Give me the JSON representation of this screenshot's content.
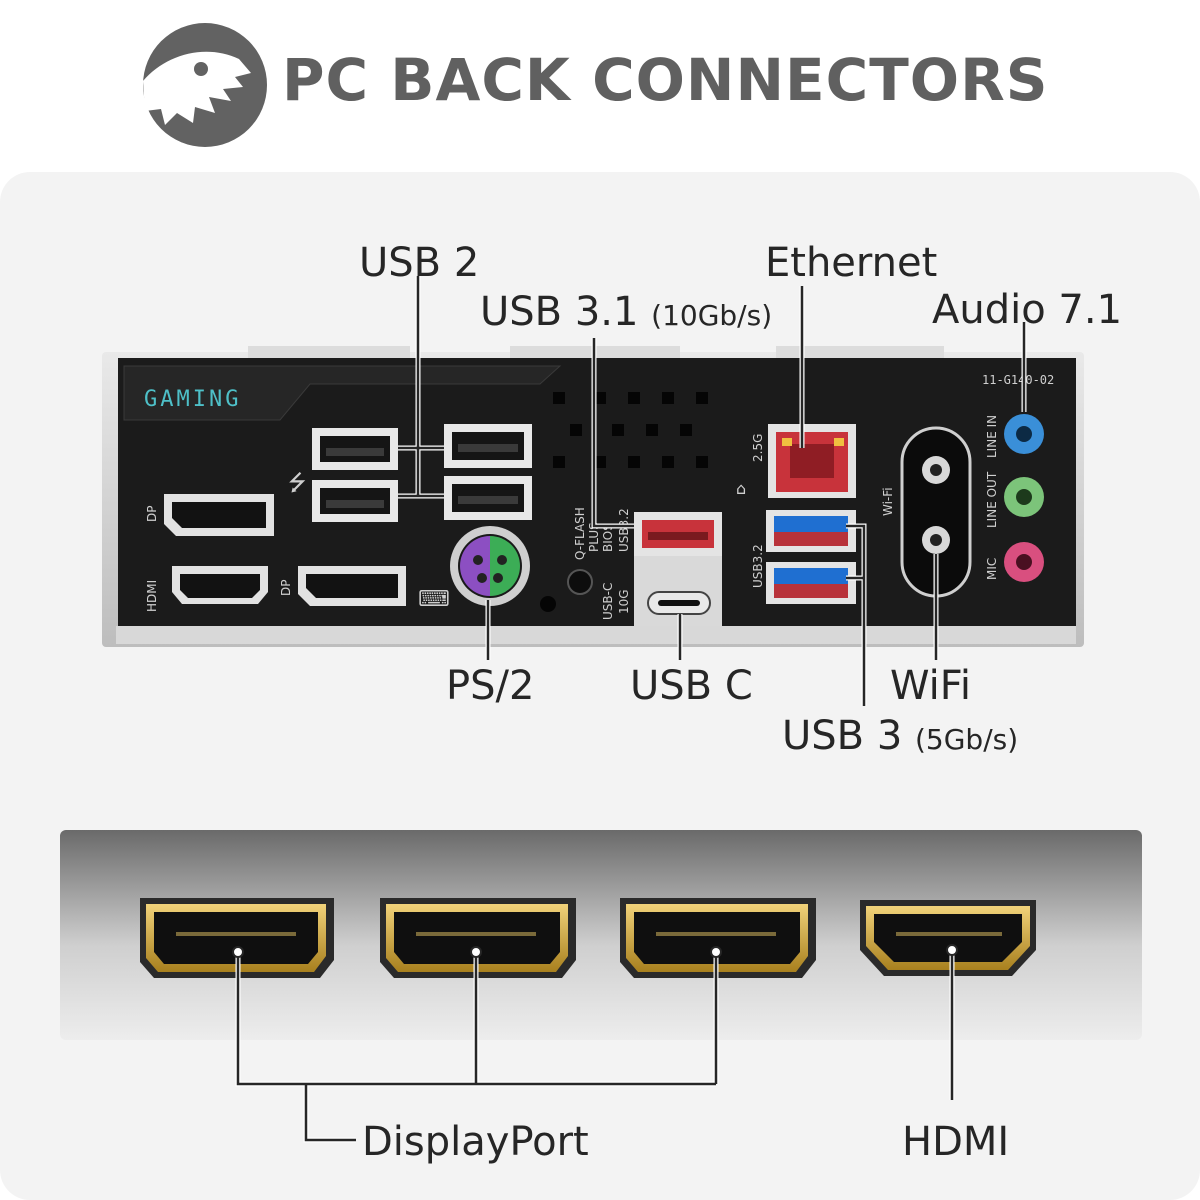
{
  "header": {
    "title": "PC BACK CONNECTORS",
    "logo_icon": "dinosaur-skull-logo"
  },
  "io_panel": {
    "silkscreen": {
      "gaming": "GAMING",
      "part_number": "11-G140-02",
      "dp_left": "DP",
      "hdmi_left": "HDMI",
      "dp_mid": "DP",
      "q_flash": "Q-FLASH",
      "plus": "PLUS",
      "bios": "BIOS",
      "usb32_a": "USB3.2",
      "usb_c": "USB-C",
      "ten_g": "10G",
      "two_5g": "2.5G",
      "usb32_b": "USB3.2",
      "wifi": "Wi-Fi",
      "line_in": "LINE IN",
      "line_out": "LINE OUT",
      "mic": "MIC"
    }
  },
  "labels": {
    "usb2": "USB 2",
    "usb31": "USB 3.1",
    "usb31_speed": "(10Gb/s)",
    "ethernet": "Ethernet",
    "audio": "Audio 7.1",
    "ps2": "PS/2",
    "usbc": "USB C",
    "wifi": "WiFi",
    "usb3": "USB 3",
    "usb3_speed": "(5Gb/s)",
    "displayport": "DisplayPort",
    "hdmi": "HDMI"
  },
  "colors": {
    "title": "#606060",
    "panel_bg": "#f3f3f3",
    "io_plate": "#1b1b1b",
    "usb_blue": "#1f6fd1",
    "usb_red": "#c8333b",
    "ethernet_red": "#c8333b",
    "ps2_green": "#3cad56",
    "ps2_purple": "#8c4fc2",
    "audio_blue": "#3a8fd8",
    "audio_green": "#7cc47a",
    "audio_pink": "#d94f7f",
    "gold": "#c9a23a",
    "gaming_teal": "#4ec0c8"
  }
}
